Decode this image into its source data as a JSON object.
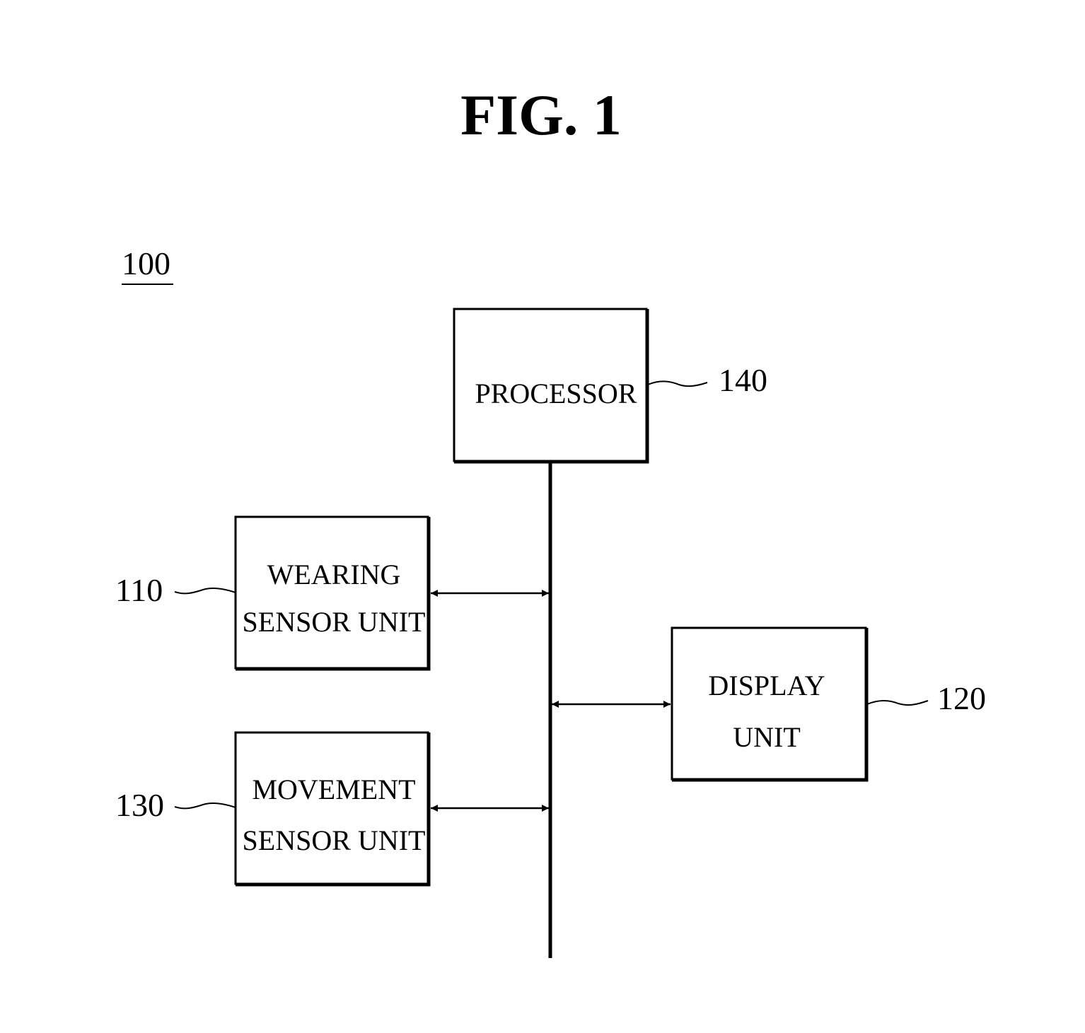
{
  "figure": {
    "title": "FIG. 1",
    "system_ref": "100"
  },
  "blocks": {
    "processor": {
      "ref": "140",
      "lines": [
        "PROCESSOR"
      ]
    },
    "wearing_sensor": {
      "ref": "110",
      "lines": [
        "WEARING",
        "SENSOR UNIT"
      ]
    },
    "display": {
      "ref": "120",
      "lines": [
        "DISPLAY",
        "UNIT"
      ]
    },
    "movement_sensor": {
      "ref": "130",
      "lines": [
        "MOVEMENT",
        "SENSOR UNIT"
      ]
    }
  },
  "colors": {
    "stroke": "#000000",
    "background": "#ffffff"
  }
}
